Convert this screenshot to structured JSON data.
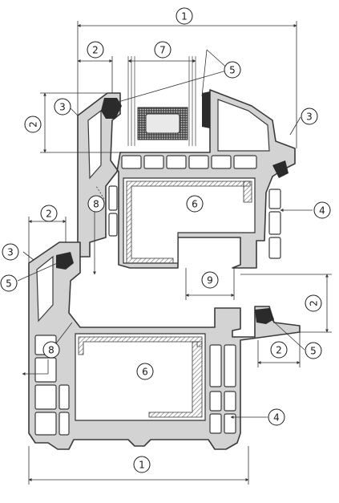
{
  "diagram": {
    "callouts": {
      "c1_top": "1",
      "c2_glazing_left": "2",
      "c7_glass_width": "7",
      "c5_glazing_bead": "5",
      "c3_sash_top_left": "3",
      "c2_sash_height": "2",
      "c3_sash_top_right": "3",
      "c8_upper_drain": "8",
      "c6_upper_reinforcement": "6",
      "c4_upper_chambers": "4",
      "c2_frame_left": "2",
      "c3_frame_left": "3",
      "c5_frame_seal_left": "5",
      "c9_rebate": "9",
      "c2_frame_right_height": "2",
      "c2_frame_right_width": "2",
      "c5_frame_seal_right": "5",
      "c8_lower_drain": "8",
      "c6_lower_reinforcement": "6",
      "c4_lower_chambers": "4",
      "c1_bottom": "1"
    },
    "colors": {
      "profile_fill": "#d3d3d3",
      "profile_stroke": "#3a3a3a",
      "gasket": "#2b2b2b",
      "reinforcement_hatch": "#9a9a9a",
      "dimension_line": "#333333"
    }
  }
}
